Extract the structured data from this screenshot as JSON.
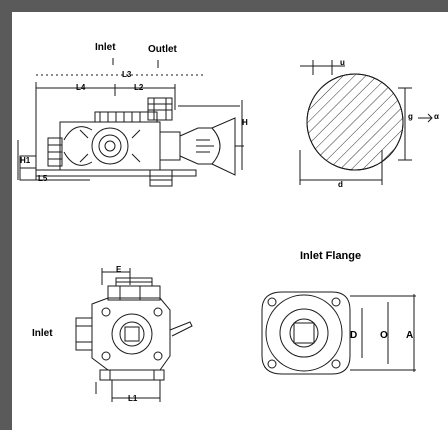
{
  "side_view": {
    "inlet": "Inlet",
    "outlet": "Outlet",
    "dim_l3": "L3",
    "dim_l4": "L4",
    "dim_l2": "L2",
    "dim_h": "H",
    "dim_h1": "H1",
    "dim_l5": "L5"
  },
  "outlet_flange": {
    "dim_u": "u",
    "dim_g": "g",
    "dim_alpha": "α",
    "dim_d": "d"
  },
  "inlet_flange": {
    "title": "Inlet Flange",
    "dim_d": "D",
    "dim_o": "O",
    "dim_a": "A"
  },
  "front_view": {
    "dim_e": "E",
    "inlet": "Inlet",
    "dim_l1": "L1"
  },
  "colors": {
    "frame_bg": "#5a5a5a",
    "line": "#1a1a1a",
    "hatch": "#333333"
  }
}
